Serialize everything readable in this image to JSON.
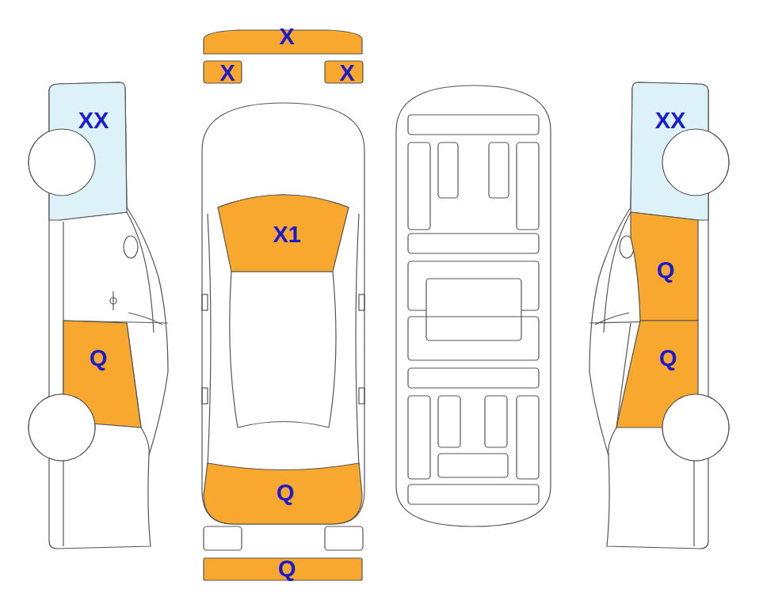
{
  "diagram": {
    "nodes": [
      {
        "text": [
          "X"
        ]
      },
      {
        "text": [
          "X"
        ]
      },
      {
        "text": [
          "X"
        ]
      },
      {
        "text": [
          "XX"
        ]
      },
      {
        "text": [
          "XX"
        ]
      },
      {
        "text": [
          "X1"
        ]
      },
      {
        "text": [
          "Q"
        ]
      },
      {
        "text": [
          "Q"
        ]
      },
      {
        "text": [
          "Q"
        ]
      },
      {
        "text": [
          "Q"
        ]
      },
      {
        "text": [
          "Q"
        ]
      }
    ]
  }
}
